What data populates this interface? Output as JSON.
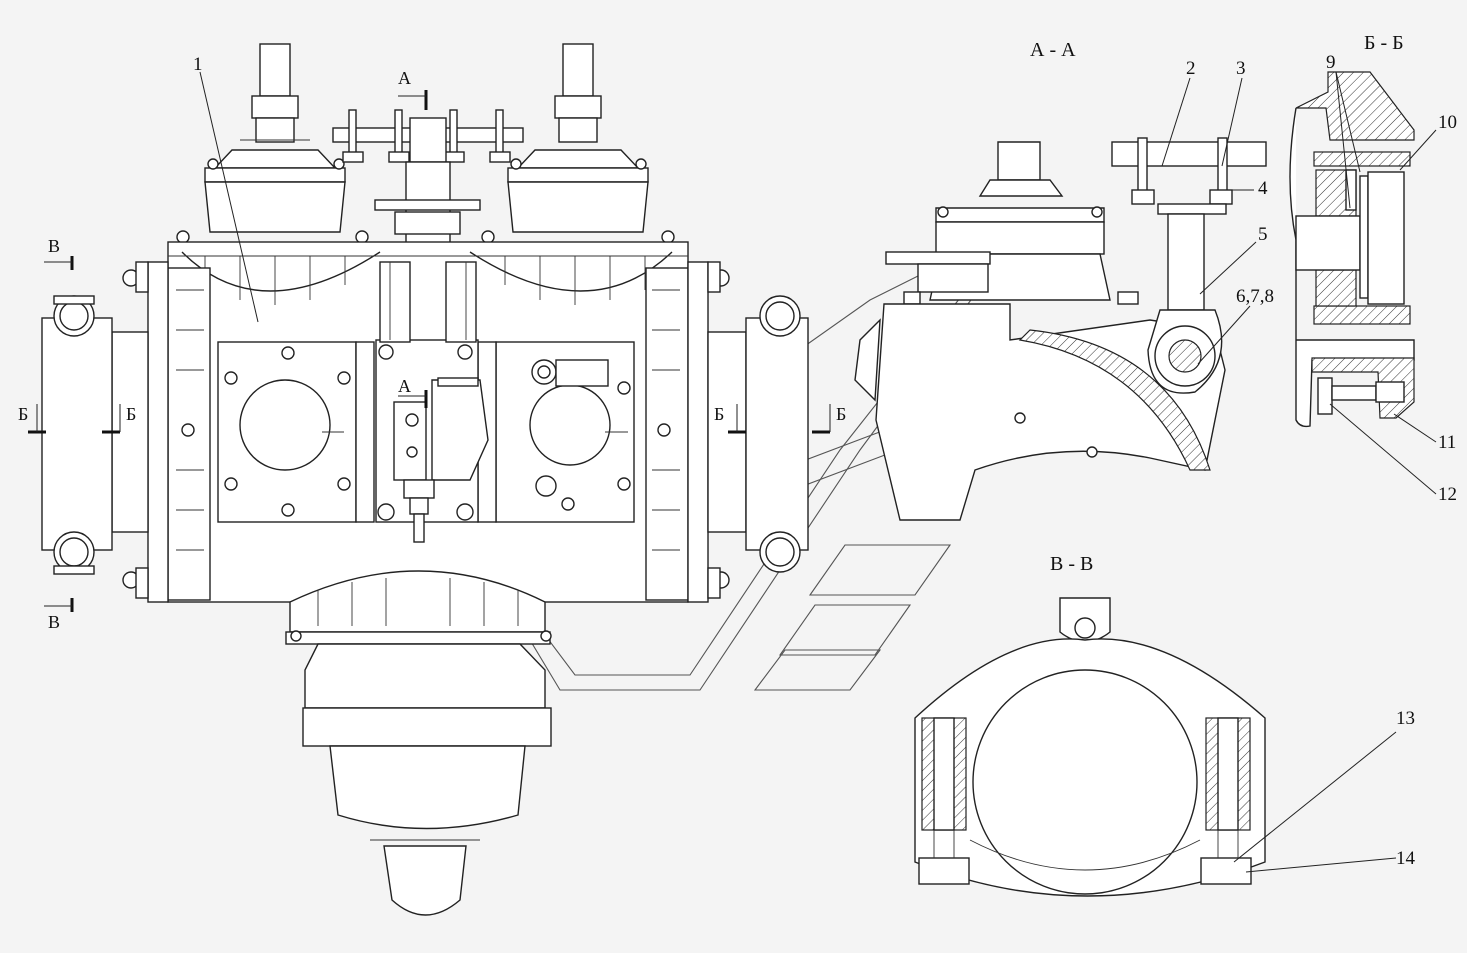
{
  "sections": {
    "aa": "А - А",
    "bb": "Б - Б",
    "vv": "В - В"
  },
  "cut_marks": {
    "a": "А",
    "b": "Б",
    "v": "В"
  },
  "callouts": {
    "c1": "1",
    "c2": "2",
    "c3": "3",
    "c4": "4",
    "c5": "5",
    "c678": "6,7,8",
    "c9": "9",
    "c10": "10",
    "c11": "11",
    "c12": "12",
    "c13": "13",
    "c14": "14"
  },
  "colors": {
    "line": "#222222",
    "background": "#f4f4f4"
  }
}
